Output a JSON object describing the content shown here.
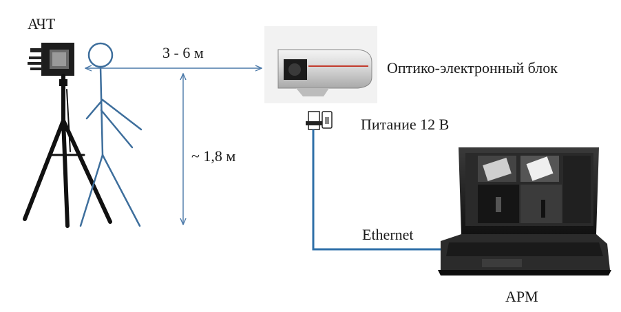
{
  "labels": {
    "bbt": "АЧТ",
    "distance": "3 - 6 м",
    "height": "~ 1,8 м",
    "optical_unit": "Оптико-электронный блок",
    "power": "Питание 12 В",
    "ethernet": "Ethernet",
    "workstation": "АРМ"
  },
  "colors": {
    "arrow_line": "#4a78a8",
    "cable": "#2e6fa8",
    "stick_figure": "#3d6e9c",
    "tripod": "#111111"
  },
  "icons": {
    "blackbody": "blackbody-source-icon",
    "person": "person-stick-figure-icon",
    "camera": "thermal-camera-icon",
    "power": "power-connector-icon",
    "laptop": "laptop-icon"
  }
}
